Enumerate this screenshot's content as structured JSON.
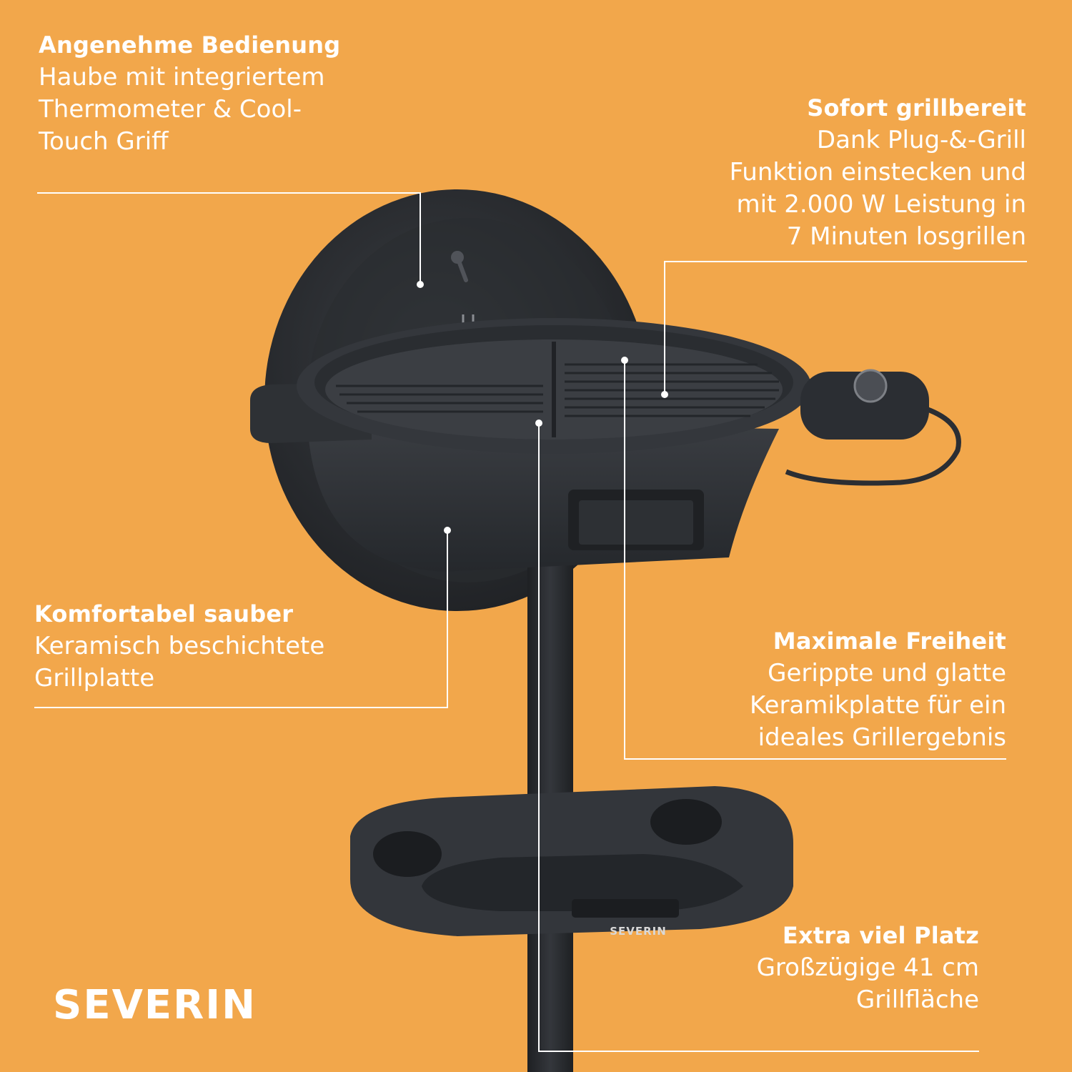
{
  "brand": "SEVERIN",
  "product_logo_text": "SEVERIN",
  "features": [
    {
      "title": "Angenehme Bedienung",
      "text": "Haube mit integriertem\nThermometer & Cool-\nTouch Griff"
    },
    {
      "title": "Sofort grillbereit",
      "text": "Dank Plug-&-Grill\nFunktion einstecken und\nmit 2.000 W Leistung in\n7 Minuten losgrillen"
    },
    {
      "title": "Komfortabel sauber",
      "text": "Keramisch beschichtete\nGrillplatte"
    },
    {
      "title": "Maximale Freiheit",
      "text": "Gerippte und glatte\nKeramikplatte für ein\nideales Grillergebnis"
    },
    {
      "title": "Extra viel Platz",
      "text": "Großzügige 41 cm\nGrillfläche"
    }
  ],
  "colors": {
    "background": "#F2A74B",
    "text": "#FFFFFF",
    "grill": "#2B2E33"
  }
}
